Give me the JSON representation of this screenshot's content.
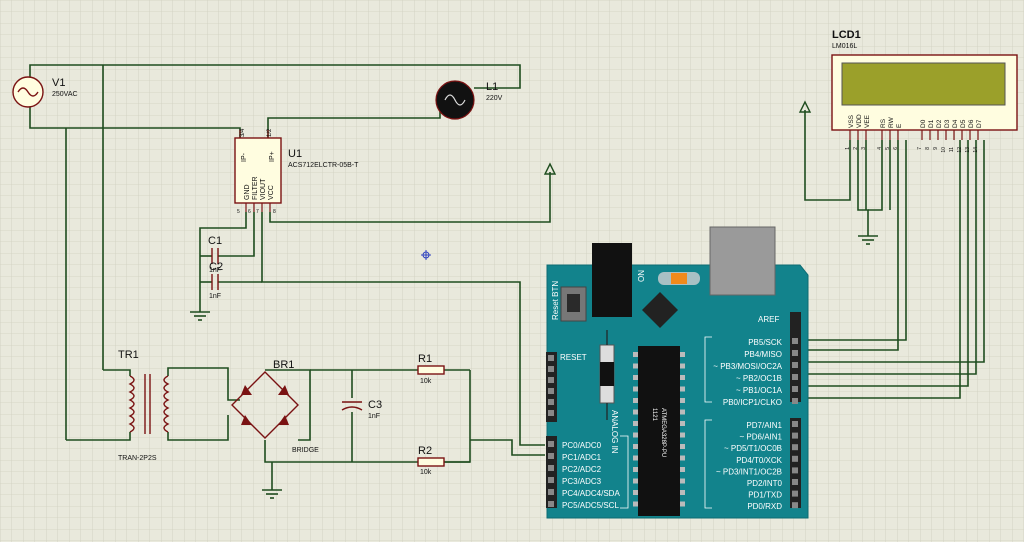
{
  "colors": {
    "background": "#e9e9dc",
    "grid": "#cfcfbf",
    "wire": "#1f4d1f",
    "part_outline": "#7a1212",
    "part_fill": "#fffde0",
    "lcd_screen": "#9ba02a",
    "arduino_board": "#12838c",
    "chip": "#111111"
  },
  "components": {
    "v1": {
      "ref": "V1",
      "value": "250VAC",
      "icon": "ac-source-icon"
    },
    "l1": {
      "ref": "L1",
      "value": "220V",
      "icon": "lamp-icon"
    },
    "u1": {
      "ref": "U1",
      "value": "ACS712ELCTR-05B-T",
      "pins_top": [
        "IP-",
        "IP+"
      ],
      "pins_bottom": [
        "GND",
        "FILTER",
        "VIOUT",
        "VCC"
      ],
      "pin_numbers_top": [
        "3/4",
        "1/2"
      ],
      "pin_numbers_bottom": [
        "5",
        "6",
        "7",
        "8"
      ]
    },
    "c1": {
      "ref": "C1",
      "value": "1nF"
    },
    "c2": {
      "ref": "C2",
      "value": "1nF"
    },
    "tr1": {
      "ref": "TR1",
      "value": "TRAN-2P2S",
      "icon": "transformer-icon"
    },
    "br1": {
      "ref": "BR1",
      "value": "BRIDGE",
      "icon": "bridge-rectifier-icon"
    },
    "c3": {
      "ref": "C3",
      "value": "1nF"
    },
    "r1": {
      "ref": "R1",
      "value": "10k"
    },
    "r2": {
      "ref": "R2",
      "value": "10k"
    },
    "lcd1": {
      "ref": "LCD1",
      "value": "LM016L",
      "pins": [
        "VSS",
        "VDD",
        "VEE",
        "RS",
        "RW",
        "E",
        "D0",
        "D1",
        "D2",
        "D3",
        "D4",
        "D5",
        "D6",
        "D7"
      ],
      "pin_numbers": [
        "1",
        "2",
        "3",
        "4",
        "5",
        "6",
        "7",
        "8",
        "9",
        "10",
        "11",
        "12",
        "13",
        "14"
      ]
    }
  },
  "arduino": {
    "reset_btn": "Reset BTN",
    "on": "ON",
    "reset": "RESET",
    "aref": "AREF",
    "analog_in": "ANALOG IN",
    "chip_label_1": "1121",
    "chip_label_2": "ATMEGA328P-PU",
    "analog_pins": [
      "PC0/ADC0",
      "PC1/ADC1",
      "PC2/ADC2",
      "PC3/ADC3",
      "PC4/ADC4/SDA",
      "PC5/ADC5/SCL"
    ],
    "digital_pins_top": [
      "PB5/SCK",
      "PB4/MISO",
      "~ PB3/MOSI/OC2A",
      "~ PB2/OC1B",
      "~ PB1/OC1A",
      "PB0/ICP1/CLKO"
    ],
    "digital_pins_bottom": [
      "PD7/AIN1",
      "~ PD6/AIN1",
      "~ PD5/T1/OC0B",
      "PD4/T0/XCK",
      "~ PD3/INT1/OC2B",
      "PD2/INT0",
      "PD1/TXD",
      "PD0/RXD"
    ]
  }
}
